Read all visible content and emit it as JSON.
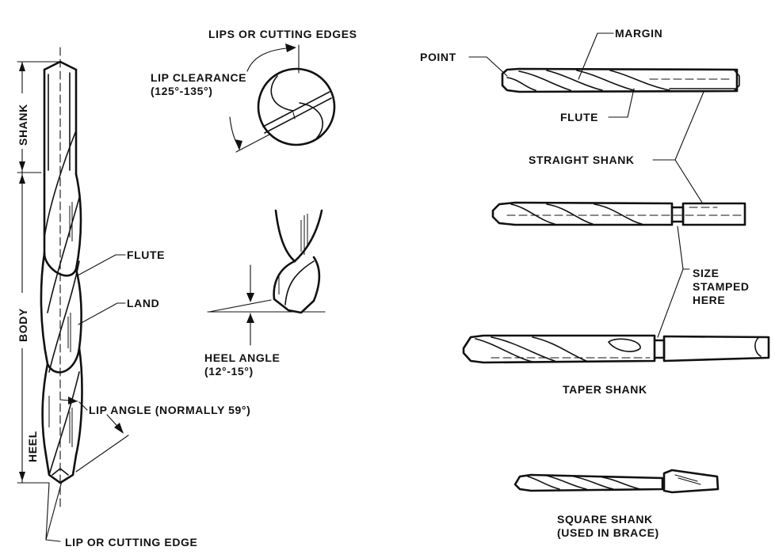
{
  "title": "Twist drill nomenclature and shank types",
  "labels": {
    "shank": "SHANK",
    "body": "BODY",
    "heel": "HEEL",
    "flute": "FLUTE",
    "land": "LAND",
    "lip_angle": "LIP ANGLE (NORMALLY 59°)",
    "lip_or_cutting_edge": "LIP OR CUTTING EDGE",
    "lips_or_cutting_edges": "LIPS OR CUTTING EDGES",
    "lip_clearance": "LIP CLEARANCE",
    "lip_clearance_range": "(125°-135°)",
    "heel_angle": "HEEL ANGLE",
    "heel_angle_range": "(12°-15°)",
    "point": "POINT",
    "margin": "MARGIN",
    "flute_right": "FLUTE",
    "straight_shank": "STRAIGHT SHANK",
    "size_stamped_line1": "SIZE",
    "size_stamped_line2": "STAMPED",
    "size_stamped_line3": "HERE",
    "taper_shank": "TAPER SHANK",
    "square_shank": "SQUARE SHANK",
    "square_shank_note": "(USED IN BRACE)"
  },
  "colors": {
    "ink": "#111111",
    "background": "#ffffff"
  }
}
